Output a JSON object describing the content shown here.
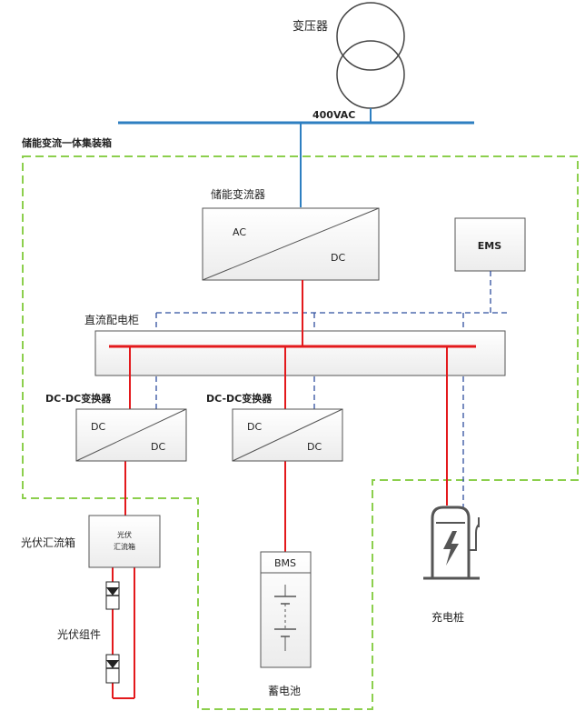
{
  "labels": {
    "transformer": "变压器",
    "bus_voltage": "400VAC",
    "container": "储能变流一体集装箱",
    "pcs": "储能变流器",
    "pcs_ac": "AC",
    "pcs_dc": "DC",
    "ems": "EMS",
    "dc_cabinet": "直流配电柜",
    "dcdc1_title": "DC-DC变换器",
    "dcdc1_in": "DC",
    "dcdc1_out": "DC",
    "dcdc2_title": "DC-DC变换器",
    "dcdc2_in": "DC",
    "dcdc2_out": "DC",
    "pv_combiner": "光伏汇流箱",
    "pv_combiner_inner_1": "光伏",
    "pv_combiner_inner_2": "汇流箱",
    "pv_module": "光伏组件",
    "bms": "BMS",
    "battery": "蓄电池",
    "charger": "充电桩"
  },
  "colors": {
    "power_line": "#e3191c",
    "ac_bus": "#2e7fc1",
    "control_line": "#2f4f9f",
    "container_border": "#8ccf4d",
    "box_border": "#555555"
  }
}
